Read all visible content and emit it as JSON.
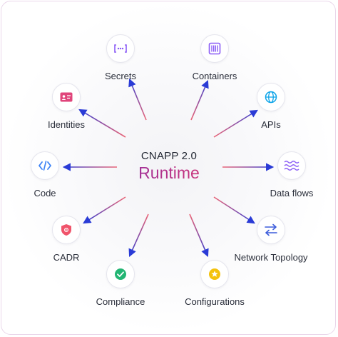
{
  "center": {
    "title": "CNAPP 2.0",
    "subtitle": "Runtime"
  },
  "colors": {
    "arrow_start": "#e84a5f",
    "arrow_end": "#2a3bd6"
  },
  "nodes": [
    {
      "label": "Secrets",
      "icon": "secret-dots-icon",
      "color": "#8b5cf6"
    },
    {
      "label": "Containers",
      "icon": "container-icon",
      "color": "#8b5cf6"
    },
    {
      "label": "APIs",
      "icon": "globe-icon",
      "color": "#0ea5e9"
    },
    {
      "label": "Data flows",
      "icon": "wave-icon",
      "color": "#8b5cf6"
    },
    {
      "label": "Network Topology",
      "icon": "swap-arrows-icon",
      "color": "#3b5bdb"
    },
    {
      "label": "Configurations",
      "icon": "star-badge-icon",
      "color": "#f4c20d"
    },
    {
      "label": "Compliance",
      "icon": "check-circle-icon",
      "color": "#22b573"
    },
    {
      "label": "CADR",
      "icon": "shield-icon",
      "color": "#f0546b"
    },
    {
      "label": "Code",
      "icon": "code-icon",
      "color": "#3b82f6"
    },
    {
      "label": "Identities",
      "icon": "id-card-icon",
      "color": "#e0457b"
    }
  ]
}
